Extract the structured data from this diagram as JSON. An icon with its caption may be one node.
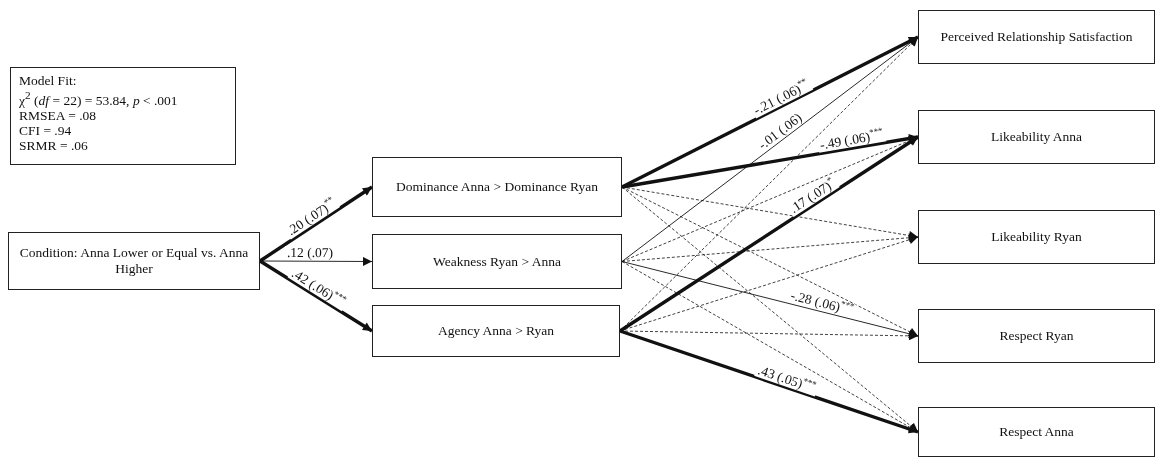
{
  "diagram": {
    "nodes": [
      {
        "text": [
          "Model Fit:",
          "χ$^{2}$ (*df* = 22) = 53.84, *p* < .001",
          "RMSEA = .08",
          "CFI = .94",
          "SRMR = .06"
        ]
      },
      {
        "text": [
          "Condition: Anna Lower or Equal vs. Anna Higher"
        ]
      },
      {
        "text": [
          "Dominance Anna > Dominance Ryan"
        ]
      },
      {
        "text": [
          "Weakness Ryan > Anna"
        ]
      },
      {
        "text": [
          "Agency Anna > Ryan"
        ]
      },
      {
        "text": [
          "Perceived Relationship Satisfaction"
        ]
      },
      {
        "text": [
          "Likeability Anna"
        ]
      },
      {
        "text": [
          "Likeability Ryan"
        ]
      },
      {
        "text": [
          "Respect Ryan"
        ]
      },
      {
        "text": [
          "Respect Anna"
        ]
      }
    ],
    "edges": [
      {
        "from": 1,
        "to": 2,
        "arrow": "to",
        "label": ".20 (.07)$^{**}$",
        "style": "thick"
      },
      {
        "from": 1,
        "to": 3,
        "arrow": "to",
        "label": ".12 (.07)"
      },
      {
        "from": 1,
        "to": 4,
        "arrow": "to",
        "label": ".42 (.06)$^{***}$",
        "style": "thick"
      },
      {
        "from": 2,
        "to": 5,
        "arrow": "to",
        "label": "-.21 (.06)$^{**}$",
        "style": "thick"
      },
      {
        "from": 2,
        "to": 6,
        "arrow": "to",
        "label": "-.49 (.06)$^{***}$",
        "style": "thick"
      },
      {
        "from": 2,
        "to": 7,
        "arrow": "to",
        "style": "dashed"
      },
      {
        "from": 2,
        "to": 8,
        "arrow": "to",
        "style": "dashed"
      },
      {
        "from": 2,
        "to": 9,
        "arrow": "to",
        "style": "dashed"
      },
      {
        "from": 3,
        "to": 5,
        "arrow": "to",
        "label": "-.01 (.06)"
      },
      {
        "from": 3,
        "to": 6,
        "arrow": "to",
        "style": "dashed"
      },
      {
        "from": 3,
        "to": 7,
        "arrow": "to",
        "style": "dashed"
      },
      {
        "from": 3,
        "to": 8,
        "arrow": "to",
        "label": "-.28 (.06)$^{***}$"
      },
      {
        "from": 3,
        "to": 9,
        "arrow": "to",
        "style": "dashed"
      },
      {
        "from": 4,
        "to": 5,
        "arrow": "to",
        "style": "dashed"
      },
      {
        "from": 4,
        "to": 6,
        "arrow": "to",
        "label": ".17 (.07)$^{*}$",
        "style": "thick"
      },
      {
        "from": 4,
        "to": 7,
        "arrow": "to",
        "style": "dashed"
      },
      {
        "from": 4,
        "to": 8,
        "arrow": "to",
        "style": "dashed"
      },
      {
        "from": 4,
        "to": 9,
        "arrow": "to",
        "label": ".43 (.05)$^{***}$",
        "style": "thick"
      }
    ]
  }
}
